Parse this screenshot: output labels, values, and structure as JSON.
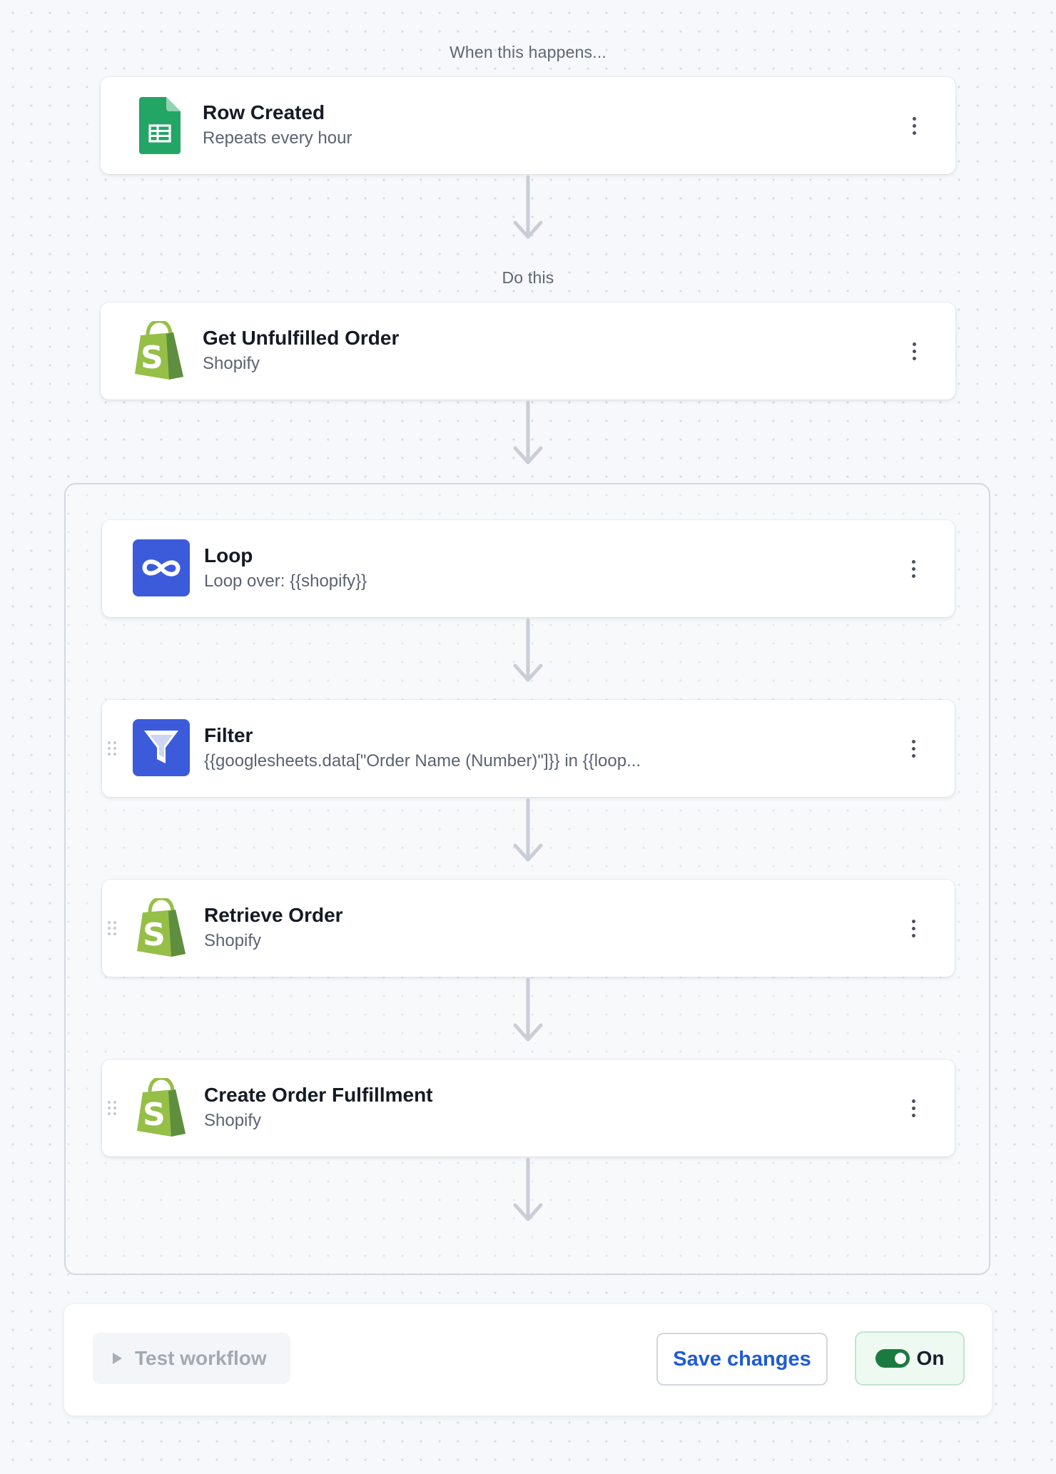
{
  "trigger_section": {
    "label": "When this happens..."
  },
  "action_section": {
    "label": "Do this"
  },
  "steps": {
    "row_created": {
      "title": "Row Created",
      "subtitle": "Repeats every hour",
      "icon": "google-sheets-icon"
    },
    "get_unfulfilled_order": {
      "title": "Get Unfulfilled Order",
      "subtitle": "Shopify",
      "icon": "shopify-icon"
    },
    "loop": {
      "title": "Loop",
      "subtitle": "Loop over: {{shopify}}",
      "icon": "loop-icon"
    },
    "filter": {
      "title": "Filter",
      "subtitle": "{{googlesheets.data[\"Order Name (Number)\"]}} in {{loop...",
      "icon": "filter-icon"
    },
    "retrieve_order": {
      "title": "Retrieve Order",
      "subtitle": "Shopify",
      "icon": "shopify-icon"
    },
    "create_order_fulfillment": {
      "title": "Create Order Fulfillment",
      "subtitle": "Shopify",
      "icon": "shopify-icon"
    }
  },
  "footer": {
    "test_label": "Test workflow",
    "save_label": "Save changes",
    "toggle_label": "On"
  },
  "colors": {
    "accent_blue": "#1e5bd6",
    "sheets_green": "#23a566",
    "shopify_green": "#95bf47",
    "toggle_green": "#1b7a3f",
    "loop_blue": "#3b5bdb"
  }
}
